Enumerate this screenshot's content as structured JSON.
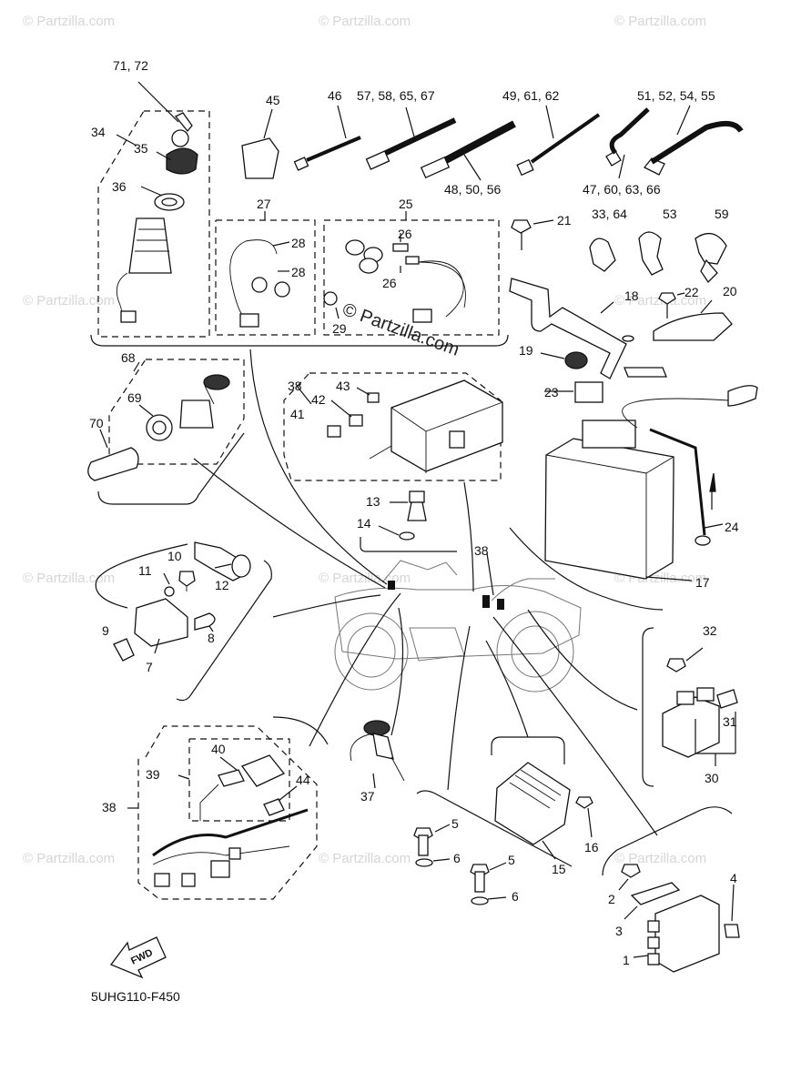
{
  "diagram_code": "5UHG110-F450",
  "fwd_label": "FWD",
  "watermark": {
    "text": "© Partzilla.com",
    "center_text": "© Partzilla.com"
  },
  "callouts": {
    "c71_72": "71, 72",
    "c34": "34",
    "c35": "35",
    "c36": "36",
    "c45": "45",
    "c46": "46",
    "c57_58_65_67": "57, 58, 65, 67",
    "c49_61_62": "49, 61, 62",
    "c51_52_54_55": "51, 52, 54, 55",
    "c48_50_56": "48, 50, 56",
    "c47_60_63_66": "47, 60, 63, 66",
    "c27": "27",
    "c28a": "28",
    "c28b": "28",
    "c25": "25",
    "c26a": "26",
    "c26b": "26",
    "c29": "29",
    "c33_64": "33, 64",
    "c53": "53",
    "c59": "59",
    "c21": "21",
    "c18": "18",
    "c22": "22",
    "c20": "20",
    "c19": "19",
    "c68": "68",
    "c69": "69",
    "c70": "70",
    "c38a": "38",
    "c43": "43",
    "c42": "42",
    "c41": "41",
    "c23": "23",
    "c13": "13",
    "c14": "14",
    "c24": "24",
    "c17": "17",
    "c10": "10",
    "c11": "11",
    "c12": "12",
    "c9": "9",
    "c8": "8",
    "c7": "7",
    "c38b": "38",
    "c32": "32",
    "c31": "31",
    "c30": "30",
    "c40": "40",
    "c39": "39",
    "c44": "44",
    "c38c": "38",
    "c37": "37",
    "c5a": "5",
    "c6a": "6",
    "c5b": "5",
    "c6b": "6",
    "c15": "15",
    "c16": "16",
    "c2": "2",
    "c3": "3",
    "c1": "1",
    "c4": "4"
  }
}
